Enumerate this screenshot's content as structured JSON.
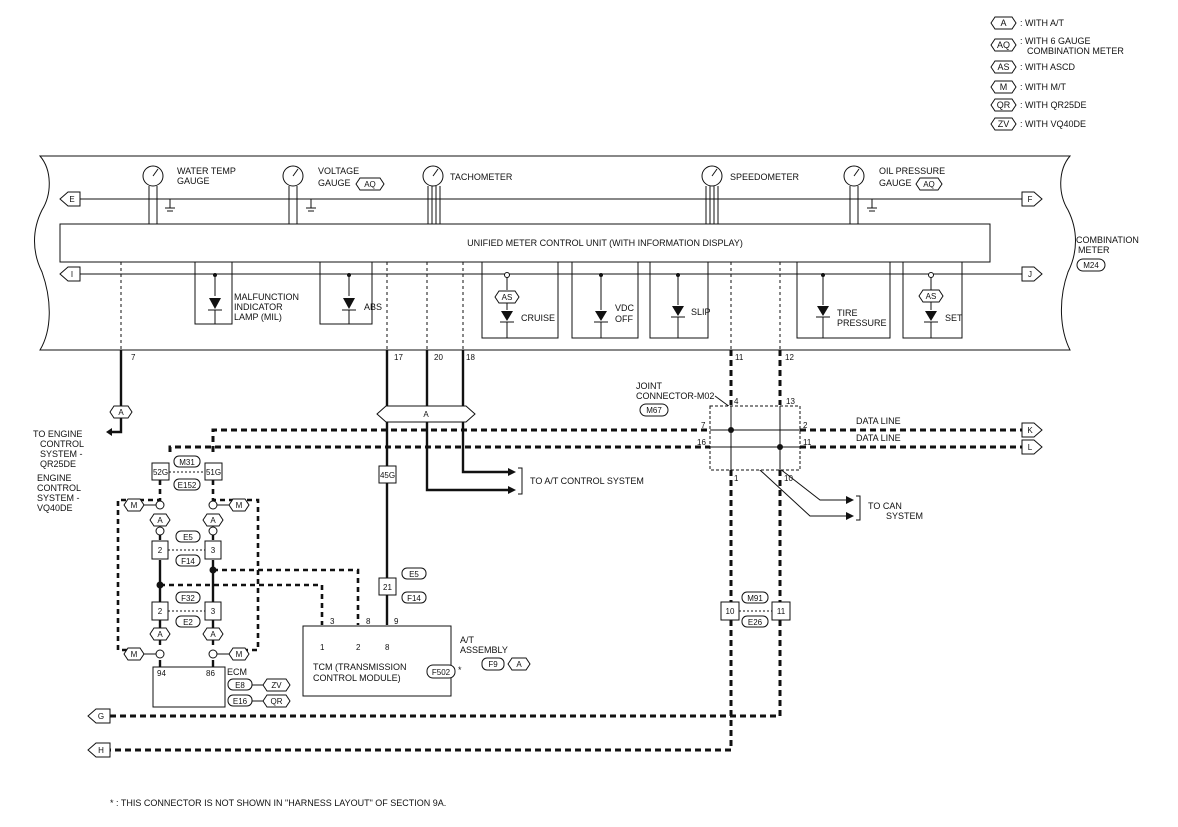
{
  "legend": [
    {
      "code": "A",
      "text": ": WITH A/T"
    },
    {
      "code": "AQ",
      "text": ": WITH 6 GAUGE COMBINATION METER"
    },
    {
      "code": "AS",
      "text": ": WITH ASCD"
    },
    {
      "code": "M",
      "text": ": WITH M/T"
    },
    {
      "code": "QR",
      "text": ": WITH QR25DE"
    },
    {
      "code": "ZV",
      "text": ": WITH VQ40DE"
    }
  ],
  "meter": {
    "name_line1": "COMBINATION",
    "name_line2": "METER",
    "connector": "M24",
    "control_unit": "UNIFIED METER CONTROL UNIT (WITH INFORMATION DISPLAY)",
    "gauges": [
      {
        "line1": "WATER TEMP",
        "line2": "GAUGE",
        "tag": ""
      },
      {
        "line1": "VOLTAGE",
        "line2": "GAUGE",
        "tag": "AQ"
      },
      {
        "line1": "TACHOMETER",
        "line2": "",
        "tag": ""
      },
      {
        "line1": "SPEEDOMETER",
        "line2": "",
        "tag": ""
      },
      {
        "line1": "OIL PRESSURE",
        "line2": "GAUGE",
        "tag": "AQ"
      }
    ],
    "lamps": {
      "mil": [
        "MALFUNCTION",
        "INDICATOR",
        "LAMP (MIL)"
      ],
      "abs": "ABS",
      "cruise": "CRUISE",
      "vdc": [
        "VDC",
        "OFF"
      ],
      "slip": "SLIP",
      "tire": [
        "TIRE",
        "PRESSURE"
      ],
      "set": "SET",
      "as_tag": "AS"
    },
    "pins": [
      "7",
      "17",
      "20",
      "18",
      "11",
      "12"
    ],
    "offpage": [
      "E",
      "F",
      "I",
      "J",
      "K",
      "L",
      "G",
      "H"
    ]
  },
  "left_labels": {
    "to_engine_qr": [
      "TO ENGINE",
      "CONTROL",
      "SYSTEM -",
      "QR25DE"
    ],
    "to_engine_vq": [
      "ENGINE",
      "CONTROL",
      "SYSTEM -",
      "VQ40DE"
    ]
  },
  "connectors": {
    "m31": "M31",
    "e152": "E152",
    "p52g": "52G",
    "p51g": "51G",
    "p45g": "45G",
    "e5": "E5",
    "f14": "F14",
    "f32": "F32",
    "e2": "E2",
    "pin2": "2",
    "pin3": "3",
    "pin21": "21",
    "tag_a": "A",
    "tag_m": "M",
    "ecm": "ECM",
    "ecm_pin_94": "94",
    "ecm_pin_86": "86",
    "e8": "E8",
    "e16": "E16",
    "zv": "ZV",
    "qr": "QR",
    "m91": "M91",
    "e26": "E26",
    "m91_pin_10": "10",
    "m91_pin_11": "11"
  },
  "tcm": {
    "line1": "TCM (TRANSMISSION",
    "line2": "CONTROL MODULE)",
    "connector": "F502",
    "asterisk": "*",
    "pins": [
      "1",
      "2",
      "8"
    ],
    "wire_pins": [
      "3",
      "8",
      "9"
    ],
    "assembly": [
      "A/T",
      "ASSEMBLY"
    ],
    "f9": "F9",
    "a_tag": "A"
  },
  "joint": {
    "line1": "JOINT",
    "line2": "CONNECTOR-M02",
    "connector": "M67",
    "pins": [
      "4",
      "13",
      "7",
      "2",
      "16",
      "11",
      "1",
      "10"
    ]
  },
  "labels": {
    "data_line": "DATA LINE",
    "to_at": "TO A/T CONTROL SYSTEM",
    "to_can": [
      "TO CAN",
      "SYSTEM"
    ],
    "footnote": "* : THIS CONNECTOR IS NOT SHOWN IN \"HARNESS LAYOUT\" OF SECTION 9A."
  }
}
